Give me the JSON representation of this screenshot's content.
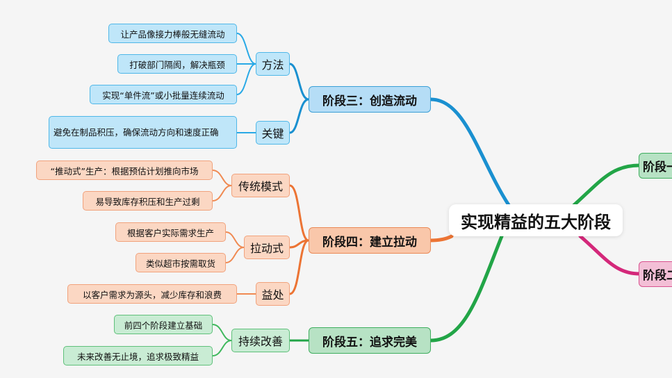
{
  "center": "实现精益的五大阶段",
  "stage3": {
    "title": "阶段三：创造流动",
    "method": {
      "label": "方法",
      "items": [
        "让产品像接力棒般无缝流动",
        "打破部门隔阂，解决瓶颈",
        "实现“单件流”或小批量连续流动"
      ]
    },
    "key": {
      "label": "关键",
      "items": [
        "避免在制品积压，确保流动方向和速度正确"
      ]
    }
  },
  "stage4": {
    "title": "阶段四：建立拉动",
    "traditional": {
      "label": "传统模式",
      "items": [
        "“推动式”生产：根据预估计划推向市场",
        "易导致库存积压和生产过剩"
      ]
    },
    "pull": {
      "label": "拉动式",
      "items": [
        "根据客户实际需求生产",
        "类似超市按需取货"
      ]
    },
    "benefit": {
      "label": "益处",
      "items": [
        "以客户需求为源头，减少库存和浪费"
      ]
    }
  },
  "stage5": {
    "title": "阶段五：追求完美",
    "improve": {
      "label": "持续改善",
      "items": [
        "前四个阶段建立基础",
        "未来改善无止境，追求极致精益"
      ]
    }
  },
  "right_stages": [
    "阶段一",
    "阶段二"
  ],
  "colors": {
    "blue": "#1a90d0",
    "orange": "#ec7434",
    "green": "#22a547",
    "pink": "#d4287a"
  }
}
